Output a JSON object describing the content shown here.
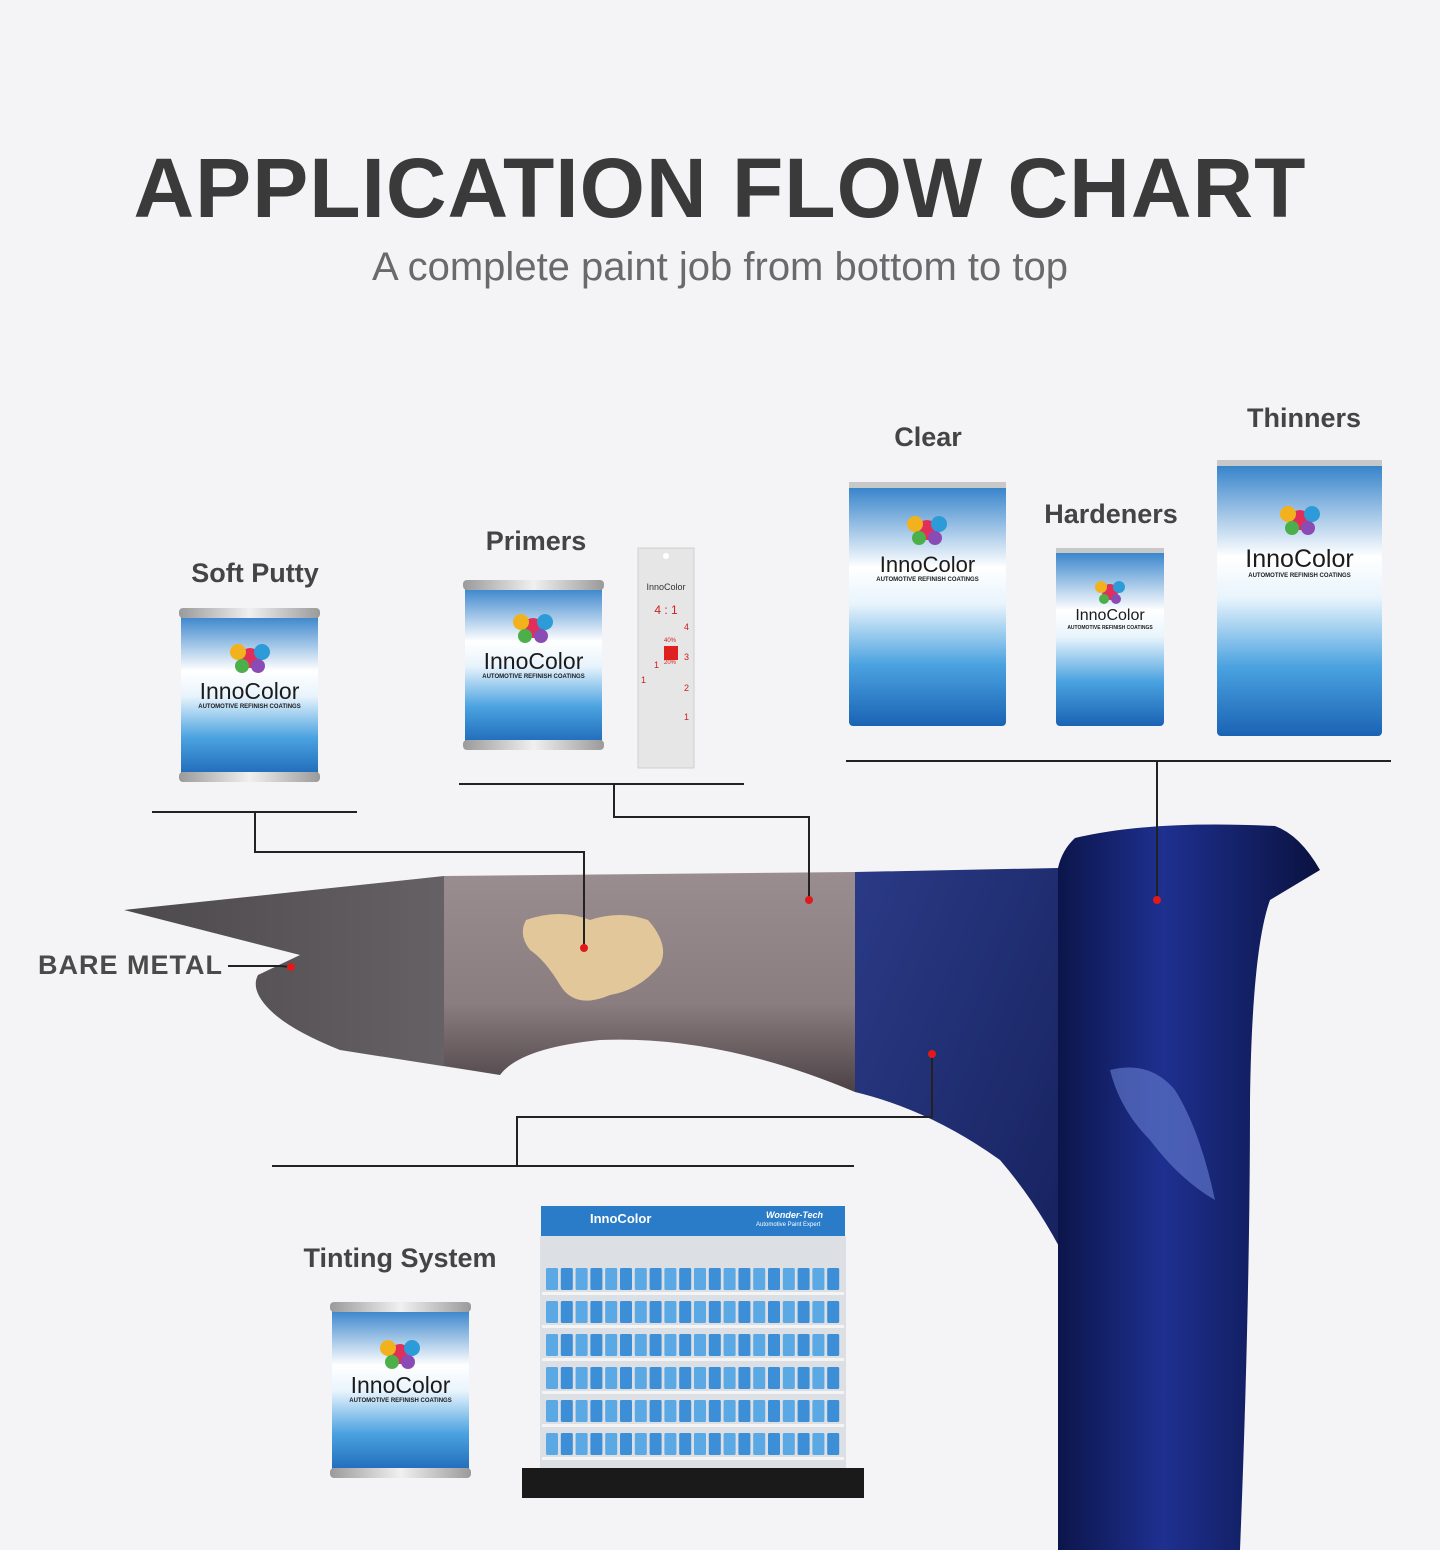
{
  "header": {
    "title": "APPLICATION FLOW CHART",
    "subtitle": "A complete paint job from bottom to top"
  },
  "labels": {
    "soft_putty": "Soft Putty",
    "primers": "Primers",
    "clear": "Clear",
    "hardeners": "Hardeners",
    "thinners": "Thinners",
    "bare_metal": "BARE METAL",
    "tinting_system": "Tinting System"
  },
  "brand": {
    "name": "InnoColor",
    "tagline": "AUTOMOTIVE REFINISH COATINGS",
    "partner": "Wonder-Tech",
    "partner_tagline": "Automotive Paint Expert"
  },
  "mixing_ruler": {
    "ratio": "4 : 1",
    "marks": [
      "1",
      "1",
      "40%",
      "20%",
      "4",
      "3",
      "2",
      "1"
    ]
  },
  "colors": {
    "bare_metal": "#5e5a5d",
    "primer": "#8d8083",
    "putty_patch": "#e2c79a",
    "basecoat": "#1f2a66",
    "clearcoat": "#101a55",
    "marker_dot": "#e01a1a",
    "line": "#222222"
  }
}
